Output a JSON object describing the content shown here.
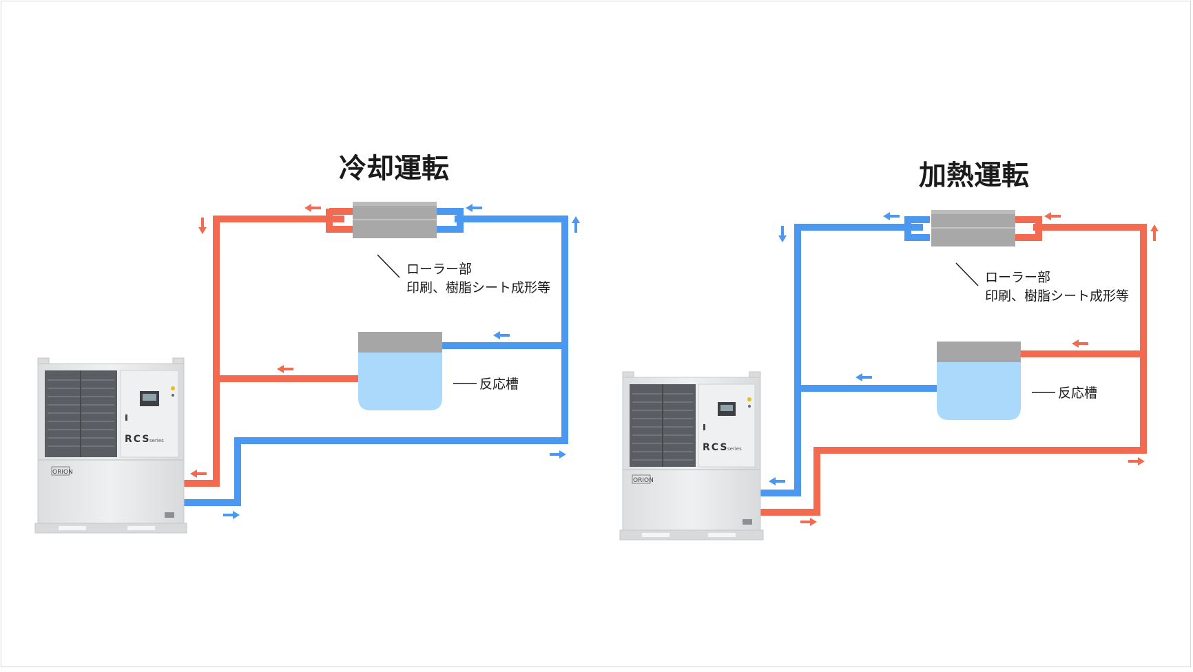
{
  "colors": {
    "hot": "#f26a4f",
    "cold": "#4a98f0",
    "unit_body": "#e9eaeb",
    "unit_grill": "#5a5d62",
    "roller": "#a8a8a8",
    "tank_top": "#a6a6a6",
    "tank_liquid": "#aad9fb"
  },
  "icons": [
    "chiller-unit-icon",
    "roller-icon",
    "reaction-tank-icon",
    "flow-arrow-icon"
  ],
  "panels": {
    "cooling": {
      "title": "冷却運転",
      "roller_label_line1": "ローラー部",
      "roller_label_line2": "印刷、樹脂シート成形等",
      "tank_label": "反応槽",
      "unit_brand": "RCS",
      "unit_brand_sub": "series",
      "unit_logo": "ORION"
    },
    "heating": {
      "title": "加熱運転",
      "roller_label_line1": "ローラー部",
      "roller_label_line2": "印刷、樹脂シート成形等",
      "tank_label": "反応槽",
      "unit_brand": "RCS",
      "unit_brand_sub": "series",
      "unit_logo": "ORION"
    }
  }
}
